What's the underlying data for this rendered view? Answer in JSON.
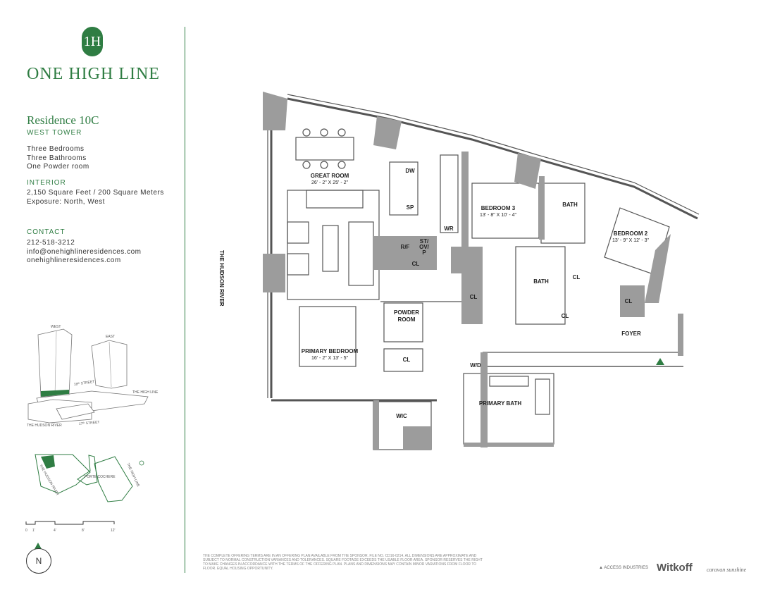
{
  "brand": {
    "logo_mark": "1H",
    "name": "ONE HIGH LINE"
  },
  "residence": {
    "title": "Residence 10C",
    "tower": "WEST TOWER",
    "rooms": [
      "Three Bedrooms",
      "Three Bathrooms",
      "One Powder room"
    ]
  },
  "interior": {
    "label": "INTERIOR",
    "lines": [
      "2,150 Square Feet / 200 Square Meters",
      "Exposure: North, West"
    ]
  },
  "contact": {
    "label": "CONTACT",
    "lines": [
      "212-518-3212",
      "info@onehighlineresidences.com",
      "onehighlineresidences.com"
    ]
  },
  "key_plan": {
    "west_label": "WEST",
    "east_label": "EAST",
    "street_18": "18ᵗʰ STREET",
    "high_line": "THE HIGH LINE",
    "hudson": "THE HUDSON RIVER",
    "street_17": "17ᵗʰ STREET"
  },
  "site_plan": {
    "hudson": "THE HUDSON RIVER",
    "porte": "PORTE COCHERE",
    "high_line": "THE HIGH LINE"
  },
  "scale_labels": [
    "0",
    "1'",
    "4'",
    "8'",
    "12'"
  ],
  "compass_label": "N",
  "plan": {
    "river_label": "THE HUDSON RIVER",
    "great_room": {
      "name": "GREAT ROOM",
      "dim": "26' - 2\" X 25' - 2\""
    },
    "bedroom3": {
      "name": "BEDROOM 3",
      "dim": "13' - 8\" X 10' - 4\""
    },
    "bedroom2": {
      "name": "BEDROOM 2",
      "dim": "13' - 9\" X 12' - 3\""
    },
    "primary_bedroom": {
      "name": "PRIMARY BEDROOM",
      "dim": "16' - 2\" X 13' - 5\""
    },
    "powder_room_1": "POWDER",
    "powder_room_2": "ROOM",
    "primary_bath": "PRIMARY BATH",
    "bath": "BATH",
    "wic": "WIC",
    "foyer": "FOYER",
    "wd": "W/D",
    "cl": "CL",
    "dw": "DW",
    "sp": "SP",
    "wr": "WR",
    "rf": "R/F",
    "st": "ST/",
    "ov": "OV/",
    "p": "P"
  },
  "disclaimer": "THE COMPLETE OFFERING TERMS ARE IN AN OFFERING PLAN AVAILABLE FROM THE SPONSOR. FILE NO. CD16-0214. ALL DIMENSIONS ARE APPROXIMATE AND SUBJECT TO NORMAL CONSTRUCTION VARIANCES AND TOLERANCES. SQUARE FOOTAGE EXCEEDS THE USABLE FLOOR AREA. SPONSOR RESERVES THE RIGHT TO MAKE CHANGES IN ACCORDANCE WITH THE TERMS OF THE OFFERING PLAN. PLANS AND DIMENSIONS MAY CONTAIN MINOR VARIATIONS FROM FLOOR TO FLOOR. EQUAL HOUSING OPPORTUNITY.",
  "footer_logos": {
    "access": "ACCESS INDUSTRIES",
    "witkoff": "Witkoff",
    "caravan": "caravan sunshine"
  },
  "colors": {
    "accent": "#2f7d43",
    "wall": "#9c9c9c",
    "line": "#555555"
  }
}
